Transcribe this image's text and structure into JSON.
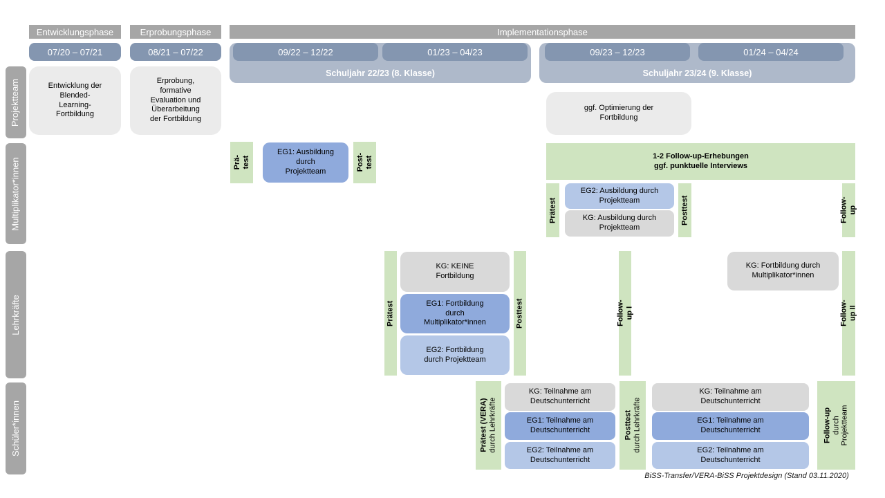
{
  "colors": {
    "header_gray": "#a6a6a6",
    "date_steel": "#8496b0",
    "term_band": "#aeb9ca",
    "info_box_gray": "#ebebeb",
    "kg_gray": "#d9d9d9",
    "eg1_blue": "#8faadc",
    "eg2_blue_light": "#b4c7e7",
    "test_green": "#cfe4c0"
  },
  "phases": [
    {
      "label": "Entwicklungsphase",
      "date": "07/20 – 07/21"
    },
    {
      "label": "Erprobungsphase",
      "date": "08/21 – 07/22"
    },
    {
      "label": "Implementationsphase",
      "terms": [
        {
          "label": "Schuljahr 22/23 (8. Klasse)",
          "dates": [
            "09/22 – 12/22",
            "01/23 – 04/23"
          ]
        },
        {
          "label": "Schuljahr 23/24 (9. Klasse)",
          "dates": [
            "09/23 – 12/23",
            "01/24 – 04/24"
          ]
        }
      ]
    }
  ],
  "row_labels": [
    "Projektteam",
    "Multiplikator*innen",
    "Lehrkräfte",
    "Schüler*innen"
  ],
  "projektteam": {
    "entwicklung_box": "Entwicklung der\nBlended-\nLearning-\nFortbildung",
    "erprobung_box": "Erprobung,\nformative\nEvaluation und\nÜberarbeitung\nder Fortbildung",
    "optimierung_box": "ggf. Optimierung der\nFortbildung"
  },
  "multiplikatoren": {
    "praetest1": "Prä-\ntest",
    "eg1": "EG1: Ausbildung\ndurch\nProjektteam",
    "posttest1": "Post-\ntest",
    "followup_erhebungen": "1-2 Follow-up-Erhebungen\nggf. punktuelle Interviews",
    "praetest2": "Prätest",
    "eg2": "EG2: Ausbildung durch\nProjektteam",
    "kg": "KG: Ausbildung durch\nProjektteam",
    "posttest2": "Posttest",
    "followup": "Follow-up"
  },
  "lehrkraefte": {
    "praetest": "Prätest",
    "kg": "KG: KEINE\nFortbildung",
    "eg1": "EG1: Fortbildung\ndurch\nMultiplikator*innen",
    "eg2": "EG2: Fortbildung\ndurch Projektteam",
    "posttest": "Posttest",
    "followup1": "Follow-up I",
    "kg2": "KG: Fortbildung durch\nMultiplikator*innen",
    "followup2": "Follow-up II"
  },
  "schueler": {
    "praetest_bold": "Prätest (VERA)",
    "praetest_sub": "durch Lehrkräfte",
    "kg1": "KG: Teilnahme am\nDeutschunterricht",
    "eg1_1": "EG1: Teilnahme am\nDeutschunterricht",
    "eg2_1": "EG2: Teilnahme am\nDeutschunterricht",
    "posttest_bold": "Posttest",
    "posttest_sub": "durch Lehrkräfte",
    "kg2": "KG: Teilnahme am\nDeutschunterricht",
    "eg1_2": "EG1: Teilnahme am\nDeutschunterricht",
    "eg2_2": "EG2: Teilnahme am\nDeutschunterricht",
    "followup_bold": "Follow-up",
    "followup_sub1": "durch",
    "followup_sub2": "Projektteam"
  },
  "caption": "BiSS-Transfer/VERA-BiSS Projektdesign (Stand 03.11.2020)"
}
